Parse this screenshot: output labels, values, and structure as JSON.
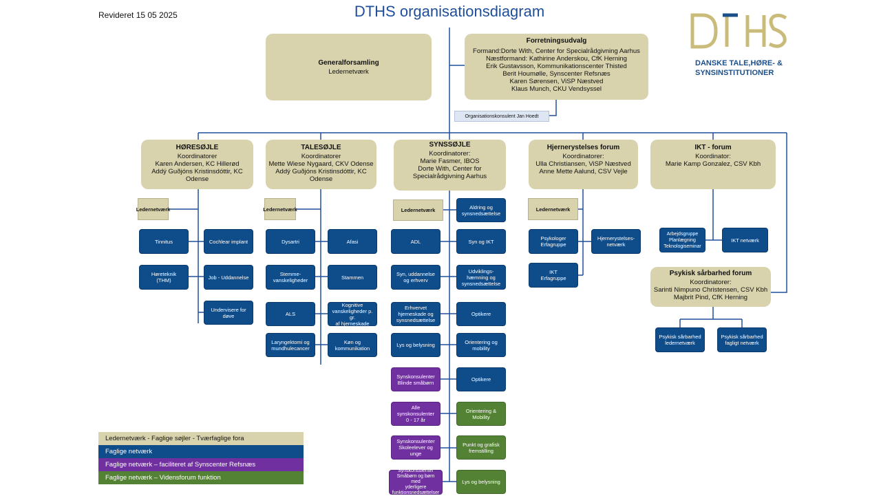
{
  "revised": "Revideret 15 05 2025",
  "title": "DTHS organisationsdiagram",
  "logo": {
    "mark": "DTHS",
    "line1": "DANSKE TALE,HØRE- &",
    "line2": "SYNSINSTITUTIONER",
    "color_mark": "#c9bc7a",
    "color_text": "#1b4f8a"
  },
  "colors": {
    "beige": "#d9d3ad",
    "blue": "#0f4c8a",
    "purple": "#7030a0",
    "green": "#548235",
    "line": "#1f4e9a"
  },
  "generalforsamling": {
    "title": "Generalforsamling",
    "sub": "Ledernetværk"
  },
  "forretningsudvalg": {
    "title": "Forretningsudvalg",
    "lines": [
      "Formand:Dorte With, Center for Specialrådgivning Aarhus",
      "Næstformand: Kathirine Anderskou, CfK Herning",
      "Erik Gustavsson, Kommunikationscenter Thisted",
      "Berit  Houmølle, Synscenter Refsnæs",
      "Karen Sørensen, ViSP Næstved",
      "Klaus Munch, CKU Vendsyssel"
    ]
  },
  "konsulent": "Organisationskonsulent Jan Hoedt",
  "pillars": {
    "hore": {
      "title": "HØRESØJLE",
      "lines": [
        "Koordinatorer",
        "Karen Andersen, KC Hillerød",
        "Addý Guðjóns Kristinsdóttir, KC",
        "Odense"
      ]
    },
    "tale": {
      "title": "TALESØJLE",
      "lines": [
        "Koordinatorer",
        "Mette Wiese Nygaard, CKV Odense",
        "Addý Guðjóns Kristinsdóttir, KC",
        "Odense"
      ]
    },
    "syn": {
      "title": "SYNSSØJLE",
      "lines": [
        "Koordinatorer:",
        "Marie Fasmer, IBOS",
        "Dorte With, Center for",
        "Specialrådgivning Aarhus"
      ]
    },
    "hjerne": {
      "title": "Hjernerystelses forum",
      "lines": [
        "Koordinatorer:",
        "Ulla Christiansen, ViSP Næstved",
        "Anne Mette Aalund, CSV Vejle"
      ]
    },
    "ikt": {
      "title": "IKT - forum",
      "lines": [
        "Koordinator:",
        "Marie Kamp Gonzalez, CSV Kbh"
      ]
    },
    "psyk": {
      "title": "Psykisk sårbarhed forum",
      "lines": [
        "Koordinatorer:",
        "Sarinti Nimpuno Christensen, CSV Kbh",
        "Majbrit Pind, CfK Herning"
      ]
    }
  },
  "ledernetvaerk": "Ledernetværk",
  "hore_nets": [
    "Tinnitus",
    "Cochlear implant",
    "Høreteknik\n(THM)",
    "Job - Uddannelse",
    "Undervisere for døve"
  ],
  "tale_nets": [
    "Dysartri",
    "Afasi",
    "Stemme-\nvanskeligheder",
    "Stammen",
    "ALS",
    "Kognitive\nvanskeligheder p. gr.\naf hjerneskade",
    "Laryngektomi og\nmundhulecancer",
    "Køn og\nkommunikation"
  ],
  "syn_right": [
    "Aldring og\nsynsnedsættelse",
    "Syn og IKT",
    "Udviklings-\nhæmning og\nsynsnedsættelse",
    "Optikere",
    "Orientering og\nmobility",
    "Optikere",
    "Orientering &\nMobility",
    "Punkt og grafisk\nfremstilling",
    "Lys og belysning"
  ],
  "syn_left": [
    "ADL",
    "Syn, uddannelse\nog erhverv",
    "Erhvervet\nhjerneskade og\nsynsnedsættelse",
    "Lys og belysning",
    "Synskonsulenter\nBlinde småbørn",
    "Alle\nsynskonsulenter\n0 - 17 år",
    "Synskonsulenter\nSkoleelever og unge",
    "Synskonsulenter\nSmåbørn og børn med\nyderligere\nfunktionsnedsættelser"
  ],
  "hjerne_nets": [
    "Psykologer\nErfagruppe",
    "Hjernerystelses-\nnetværk",
    "IKT\nErfagruppe"
  ],
  "ikt_nets": [
    "Arbejdsgruppe\nPlanlægning\nTeknologiseminar",
    "IKT netværk"
  ],
  "psyk_nets": [
    "Psykisk sårbarhed\nledernetværk",
    "Psykisk sårbarhed\nfagligt netværk"
  ],
  "legend": [
    "Ledernetværk - Faglige søjler - Tværfaglige fora",
    "Faglige netværk",
    "Faglige netværk – faciliteret af Synscenter Refsnæs",
    "Faglige netværk – Vidensforum funktion"
  ]
}
